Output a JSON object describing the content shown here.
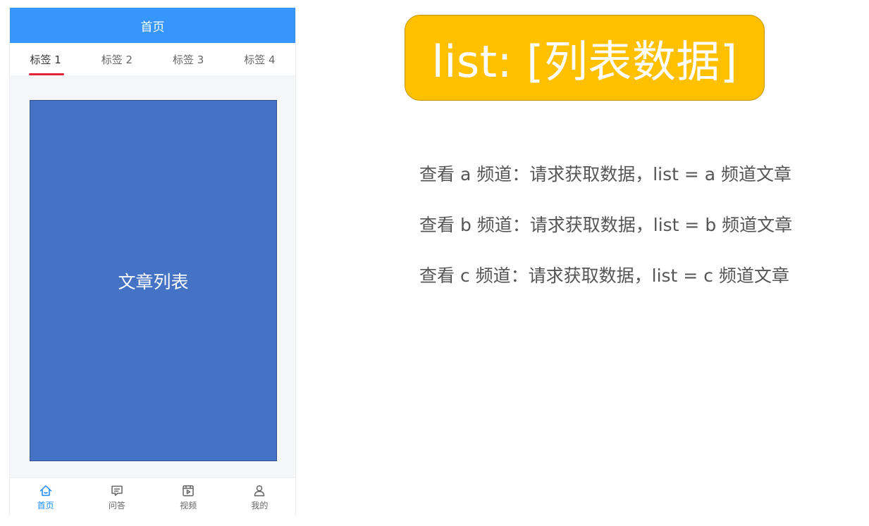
{
  "phone": {
    "navbar": {
      "title": "首页"
    },
    "tabs": [
      {
        "label": "标签 1",
        "active": true
      },
      {
        "label": "标签 2",
        "active": false
      },
      {
        "label": "标签 3",
        "active": false
      },
      {
        "label": "标签 4",
        "active": false
      }
    ],
    "content": {
      "label": "文章列表"
    },
    "tabbar": [
      {
        "label": "首页",
        "icon": "home-icon",
        "active": true
      },
      {
        "label": "问答",
        "icon": "chat-icon",
        "active": false
      },
      {
        "label": "视频",
        "icon": "video-icon",
        "active": false
      },
      {
        "label": "我的",
        "icon": "user-icon",
        "active": false
      }
    ]
  },
  "badge": {
    "text": "list: [列表数据]"
  },
  "descriptions": [
    "查看 a 频道：请求获取数据，list = a 频道文章",
    "查看 b 频道：请求获取数据，list = b 频道文章",
    "查看 c 频道：请求获取数据，list = c 频道文章"
  ],
  "colors": {
    "navbar": "#3796fa",
    "tab_underline": "#e22333",
    "content_block": "#4472c4",
    "badge": "#ffc000",
    "tabbar_active": "#1989fa"
  }
}
